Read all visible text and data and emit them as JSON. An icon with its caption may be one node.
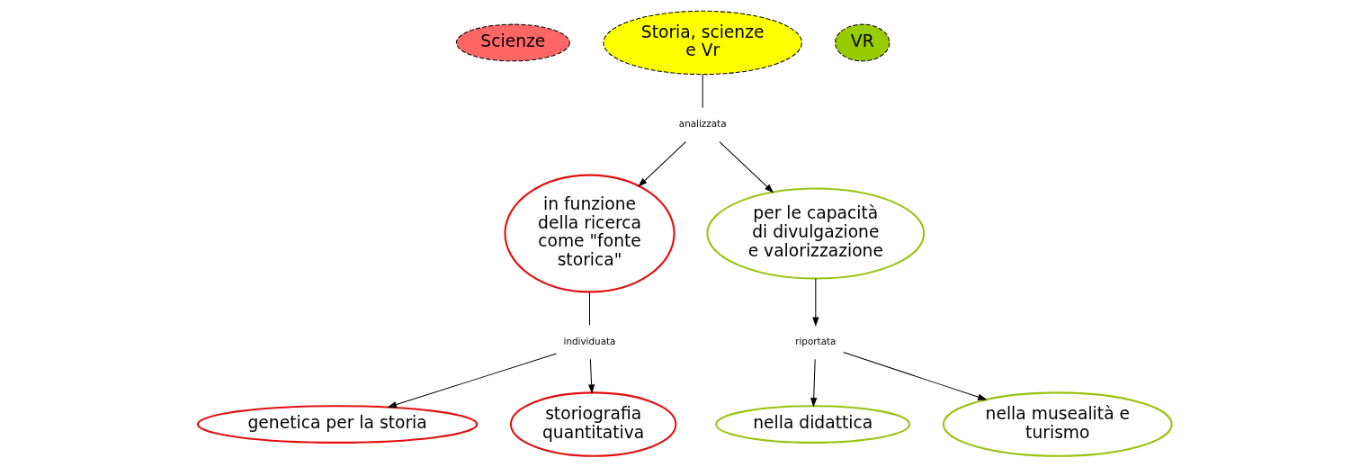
{
  "diagram": {
    "nodes": [
      {
        "text": [
          "Storia, scienze e Vr"
        ]
      },
      {
        "text": [
          "Scienze"
        ]
      },
      {
        "text": [
          "VR"
        ]
      },
      {
        "text": [
          "analizzata"
        ]
      },
      {
        "text": [
          "genetica per la storia"
        ]
      },
      {
        "text": [
          "in funzione della ricerca come \"fonte storica\""
        ]
      },
      {
        "text": [
          "per le capacità di divulgazione e valorizzazione"
        ]
      },
      {
        "text": [
          "individuata"
        ]
      },
      {
        "text": [
          "riportata"
        ]
      },
      {
        "text": [
          "nella didattica"
        ]
      },
      {
        "text": [
          "storiografia quantitativa"
        ]
      },
      {
        "text": [
          "nella musealità e turismo"
        ]
      }
    ],
    "edges": [
      {
        "from": 0,
        "to": 3,
        "arrow": "none"
      },
      {
        "from": 3,
        "to": 5,
        "arrow": "to"
      },
      {
        "from": 3,
        "to": 6,
        "arrow": "to"
      },
      {
        "from": 5,
        "to": 7,
        "arrow": "none"
      },
      {
        "from": 7,
        "to": 4,
        "arrow": "to"
      },
      {
        "from": 7,
        "to": 10,
        "arrow": "to"
      },
      {
        "from": 6,
        "to": 8,
        "arrow": "to"
      },
      {
        "from": 8,
        "to": 9,
        "arrow": "to"
      },
      {
        "from": 8,
        "to": 11,
        "arrow": "to"
      }
    ]
  }
}
